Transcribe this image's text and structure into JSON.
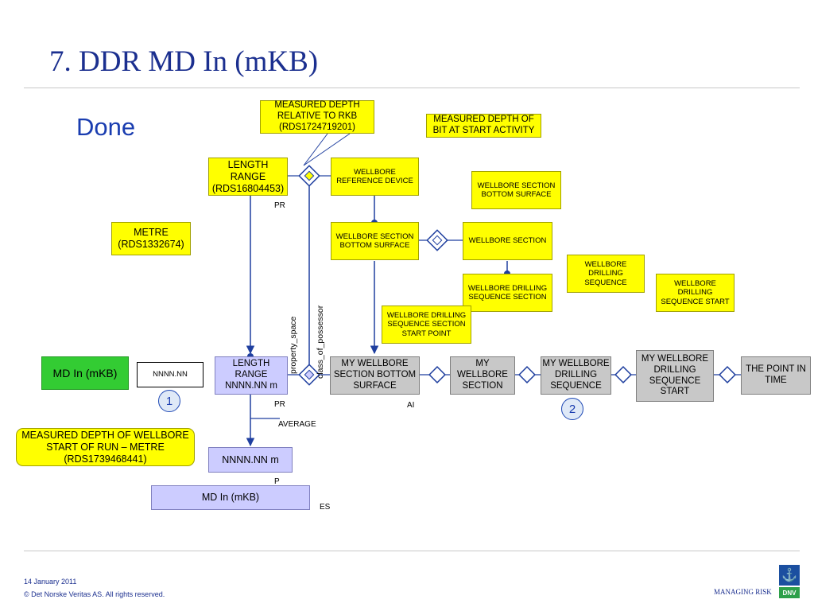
{
  "slide": {
    "title": "7. DDR MD In (mKB)",
    "subtitle": "Done",
    "date": "14 January 2011",
    "copyright": "© Det Norske Veritas AS. All rights reserved.",
    "tagline": "MANAGING RISK",
    "logo_text": "DNV"
  },
  "boxes": {
    "md_rel_rkb": "MEASURED DEPTH RELATIVE TO RKB (RDS1724719201)",
    "md_bit_start": "MEASURED DEPTH OF BIT AT START ACTIVITY",
    "length_range_top": "LENGTH RANGE (RDS16804453)",
    "wb_ref_device": "WELLBORE REFERENCE DEVICE",
    "wb_section_bottom_surface_top": "WELLBORE SECTION BOTTOM SURFACE",
    "metre": "METRE (RDS1332674)",
    "wb_section_bottom_surface_mid": "WELLBORE SECTION BOTTOM SURFACE",
    "wb_section": "WELLBORE SECTION",
    "wb_drilling_sequence": "WELLBORE DRILLING SEQUENCE",
    "wb_drilling_sequence_section": "WELLBORE DRILLING SEQUENCE SECTION",
    "wb_drilling_sequence_start": "WELLBORE DRILLING SEQUENCE START",
    "wb_dss_start_point": "WELLBORE DRILLING SEQUENCE SECTION START POINT",
    "md_in_green": "MD In (mKB)",
    "nnnn_white": "NNNN.NN",
    "length_range_main": "LENGTH RANGE NNNN.NN m",
    "my_wb_section_bottom_surface": "MY WELLBORE SECTION BOTTOM SURFACE",
    "my_wb_section": "MY WELLBORE SECTION",
    "my_wb_drilling_sequence": "MY WELLBORE DRILLING SEQUENCE",
    "my_wb_drilling_sequence_start": "MY WELLBORE DRILLING SEQUENCE START",
    "point_in_time": "THE POINT IN TIME",
    "md_wb_start_run": "MEASURED DEPTH OF WELLBORE START OF RUN – METRE (RDS1739468441)",
    "nnnn_m": "NNNN.NN m",
    "md_in_bottom": "MD In (mKB)"
  },
  "labels": {
    "pr_top": "PR",
    "pr_mid": "PR",
    "ai": "AI",
    "average": "AVERAGE",
    "p": "P",
    "es": "ES",
    "property_space": "property_space",
    "class_of_possessor": "class_of_possessor",
    "circle1": "1",
    "circle2": "2"
  },
  "colors": {
    "title": "#1b2f8f",
    "line": "#1f3f9f",
    "yellow": "#ffff00",
    "gray": "#c8c8c8",
    "lavender": "#ccccff",
    "green": "#33cc33"
  }
}
